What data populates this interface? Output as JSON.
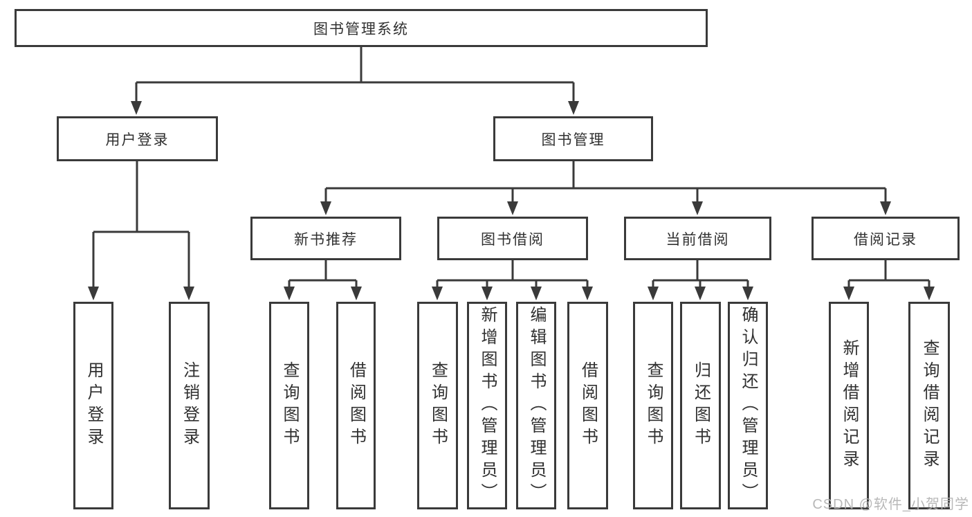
{
  "colors": {
    "background": "#ffffff",
    "line": "#3a3a3a",
    "text": "#303030",
    "watermark": "#b3b3b3"
  },
  "diagram": {
    "root": {
      "label": "图书管理系统"
    },
    "level2": [
      {
        "label": "用户登录"
      },
      {
        "label": "图书管理"
      }
    ],
    "level3": [
      {
        "label": "新书推荐",
        "parent": "图书管理"
      },
      {
        "label": "图书借阅",
        "parent": "图书管理"
      },
      {
        "label": "当前借阅",
        "parent": "图书管理"
      },
      {
        "label": "借阅记录",
        "parent": "图书管理"
      }
    ],
    "leaves": [
      {
        "label": "用户登录",
        "parent": "用户登录"
      },
      {
        "label": "注销登录",
        "parent": "用户登录"
      },
      {
        "label": "查询图书",
        "parent": "新书推荐"
      },
      {
        "label": "借阅图书",
        "parent": "新书推荐"
      },
      {
        "label": "查询图书",
        "parent": "图书借阅"
      },
      {
        "label": "新增图书（管理员）",
        "parent": "图书借阅"
      },
      {
        "label": "编辑图书（管理员）",
        "parent": "图书借阅"
      },
      {
        "label": "借阅图书",
        "parent": "图书借阅"
      },
      {
        "label": "查询图书",
        "parent": "当前借阅"
      },
      {
        "label": "归还图书",
        "parent": "当前借阅"
      },
      {
        "label": "确认归还（管理员）",
        "parent": "当前借阅"
      },
      {
        "label": "新增借阅记录",
        "parent": "借阅记录"
      },
      {
        "label": "查询借阅记录",
        "parent": "借阅记录"
      }
    ]
  },
  "watermark": {
    "text": "CSDN @软件_小贺同学"
  }
}
